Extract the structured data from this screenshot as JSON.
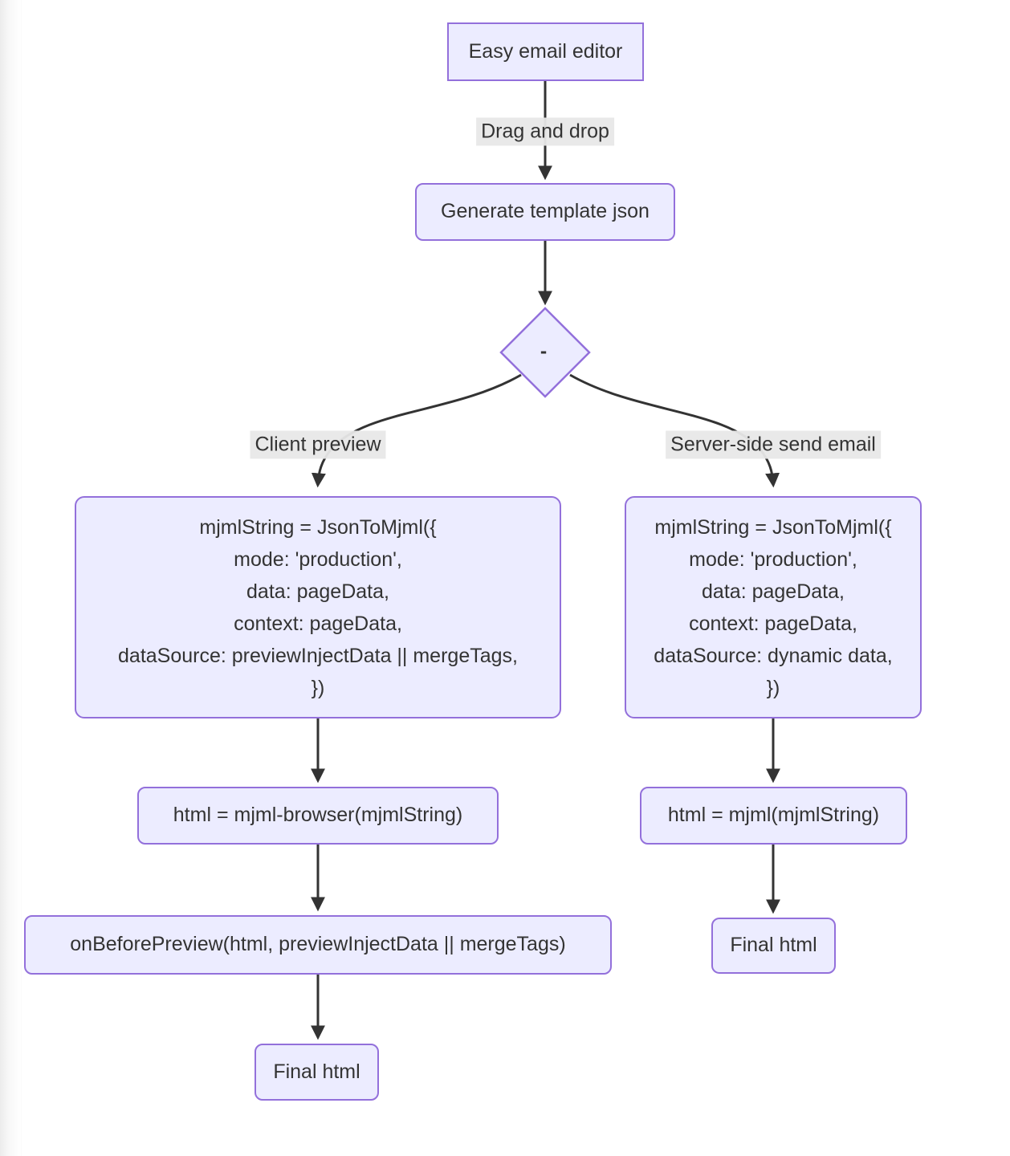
{
  "flowchart": {
    "nodes": {
      "editor": "Easy email editor",
      "generate": "Generate template json",
      "decision": "-",
      "client_code_lines": [
        "mjmlString = JsonToMjml({",
        "mode: 'production',",
        "data: pageData,",
        "context: pageData,",
        "dataSource: previewInjectData || mergeTags,",
        "})"
      ],
      "server_code_lines": [
        "mjmlString = JsonToMjml({",
        "mode: 'production',",
        "data: pageData,",
        "context: pageData,",
        "dataSource: dynamic data,",
        "})"
      ],
      "client_render": "html = mjml-browser(mjmlString)",
      "server_render": "html = mjml(mjmlString)",
      "on_before_preview": "onBeforePreview(html, previewInjectData || mergeTags)",
      "client_final": "Final html",
      "server_final": "Final html"
    },
    "edge_labels": {
      "drag_and_drop": "Drag and drop",
      "client_branch": "Client preview",
      "server_branch": "Server-side send email"
    },
    "colors": {
      "node_fill": "#ECECFF",
      "node_border": "#9370DB",
      "text": "#333333",
      "arrow": "#333333",
      "edge_label_bg": "#e8e8e8",
      "background": "#ffffff"
    }
  }
}
